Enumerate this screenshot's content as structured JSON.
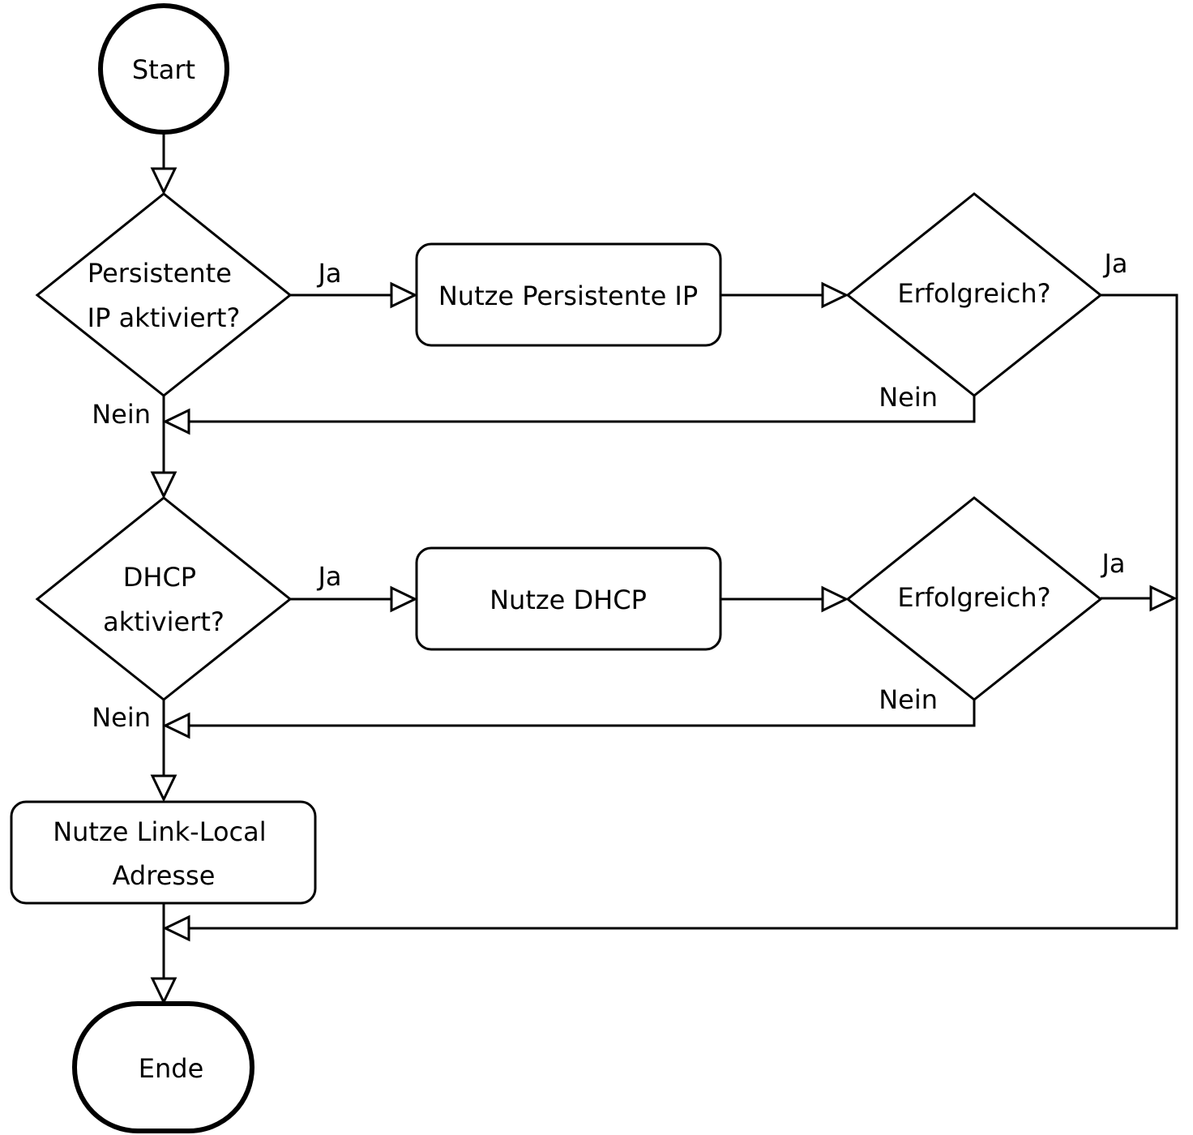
{
  "nodes": {
    "start": "Start",
    "persistent_decision": [
      "Persistente",
      "IP aktiviert?"
    ],
    "use_persistent": "Nutze Persistente IP",
    "success_1": "Erfolgreich?",
    "dhcp_decision": [
      "DHCP",
      "aktiviert?"
    ],
    "use_dhcp": "Nutze DHCP",
    "success_2": "Erfolgreich?",
    "link_local": [
      "Nutze Link-Local",
      "Adresse"
    ],
    "end": "Ende"
  },
  "edge_labels": {
    "persistent_yes": "Ja",
    "persistent_no": "Nein",
    "success_1_yes": "Ja",
    "success_1_no": "Nein",
    "dhcp_yes": "Ja",
    "dhcp_no": "Nein",
    "success_2_yes": "Ja",
    "success_2_no": "Nein"
  }
}
